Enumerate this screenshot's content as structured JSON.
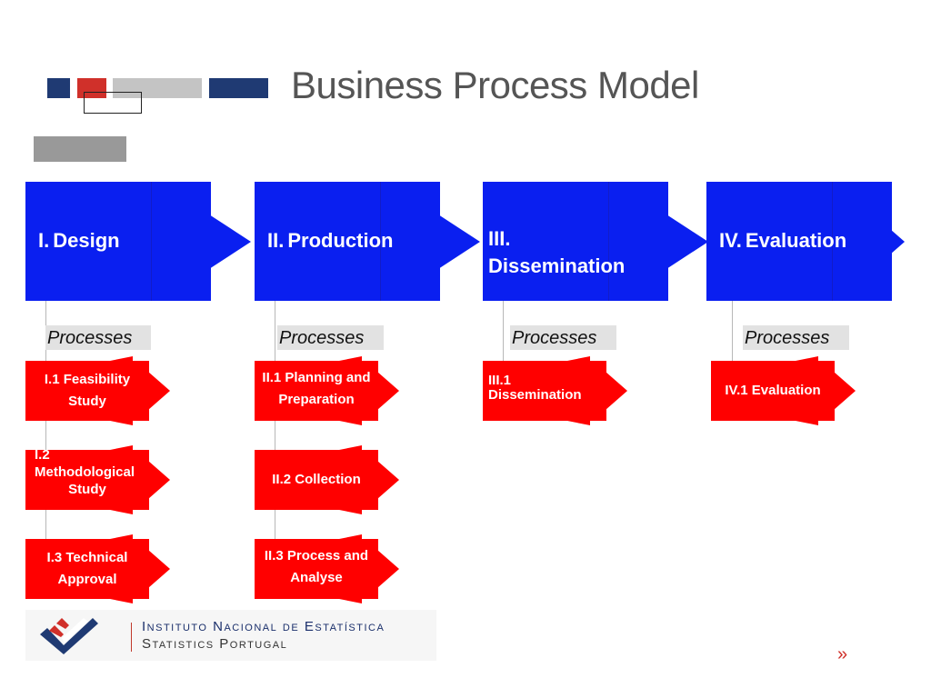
{
  "title": "Business Process Model",
  "colors": {
    "phase_blue": "#0a1ff0",
    "process_red": "#ff0000",
    "brand_navy": "#1f3a73",
    "brand_red": "#d0302a"
  },
  "phases": [
    {
      "num": "I.",
      "name": "Design",
      "processes_label": "Processes"
    },
    {
      "num": "II.",
      "name": "Production",
      "processes_label": "Processes"
    },
    {
      "num": "III.",
      "name": "Dissemination",
      "processes_label": "Processes"
    },
    {
      "num": "IV.",
      "name": "Evaluation",
      "processes_label": "Processes"
    }
  ],
  "processes": {
    "design": [
      {
        "line1": "I.1 Feasibility",
        "line2": "Study"
      },
      {
        "line1": "I.2",
        "line2": "Methodological",
        "line3": "Study"
      },
      {
        "line1": "I.3 Technical",
        "line2": "Approval"
      }
    ],
    "production": [
      {
        "line1": "II.1 Planning and",
        "line2": "Preparation"
      },
      {
        "line1": "II.2 Collection"
      },
      {
        "line1": "II.3 Process and",
        "line2": "Analyse"
      }
    ],
    "dissemination": [
      {
        "line1": "III.1",
        "line2": "Dissemination"
      }
    ],
    "evaluation": [
      {
        "line1": "IV.1 Evaluation"
      }
    ]
  },
  "logo": {
    "line1": "Instituto Nacional de Estatística",
    "line2": "Statistics Portugal",
    "icon": "ine-checkmark-logo"
  },
  "nav": {
    "next_label": "»"
  }
}
